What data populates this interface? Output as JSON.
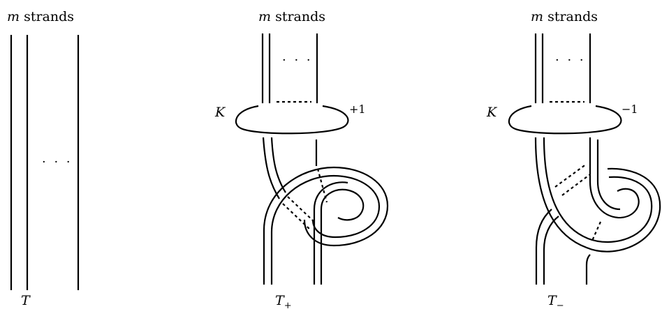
{
  "panels": [
    {
      "top_label_var": "m",
      "top_label_text": " strands",
      "dots": "· · ·",
      "bottom_label": "T",
      "bottom_sub": ""
    },
    {
      "top_label_var": "m",
      "top_label_text": " strands",
      "dots": "· · ·",
      "knot_label": "K",
      "framing": "+1",
      "bottom_label": "T",
      "bottom_sub": "+"
    },
    {
      "top_label_var": "m",
      "top_label_text": " strands",
      "dots": "· · ·",
      "knot_label": "K",
      "framing": "−1",
      "bottom_label": "T",
      "bottom_sub": "−"
    }
  ]
}
